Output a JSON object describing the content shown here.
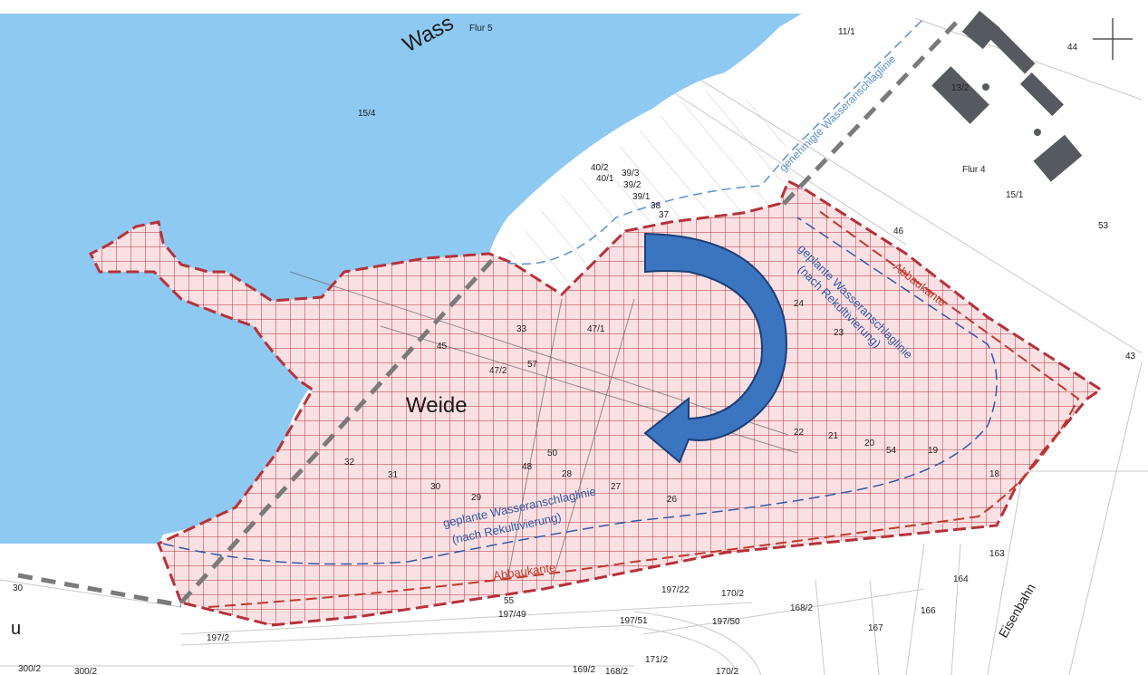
{
  "map": {
    "water_label": "Wass",
    "weide_label": "Weide",
    "abbaukante_label_bottom": "Abbaukante",
    "abbaukante_label_right": "Abbaukante",
    "wasseranschlag_genehmigt": "genehmigte Wasseranschlaglinie",
    "wasseranschlag_bottom_l1": "geplante Wasseranschlaglinie",
    "wasseranschlag_bottom_l2": "(nach Rekultivierung)",
    "wasseranschlag_right_l1": "geplante Wasseranschlaglinie",
    "wasseranschlag_right_l2": "(nach Rekultivierung)",
    "eisenbahn_label": "Eisenbahn",
    "corner_letter": "u",
    "flur_labels": [
      "Flur 5",
      "Flur 4"
    ],
    "parcels": [
      "11/1",
      "44",
      "13/2",
      "15/4",
      "15/1",
      "40/2",
      "40/1",
      "39/3",
      "39/2",
      "39/1",
      "38",
      "37",
      "46",
      "53",
      "24",
      "23",
      "33",
      "47/1",
      "45",
      "47/2",
      "57",
      "22",
      "21",
      "20",
      "54",
      "19",
      "43",
      "18",
      "32",
      "31",
      "30",
      "29",
      "50",
      "48",
      "28",
      "27",
      "26",
      "163",
      "164",
      "166",
      "168/2",
      "170/2",
      "197/22",
      "55",
      "197/49",
      "197/51",
      "197/50",
      "167",
      "197/2",
      "300/2",
      "300/2",
      "30",
      "171/2",
      "169/2",
      "168/2",
      "170/2"
    ]
  },
  "colors": {
    "water": "#8ec9f2",
    "hatch_bg": "#f9e0e3",
    "hatch_line": "#b5323a",
    "abbaukante": "#c0392b",
    "wasserlinie": "#2e5aa8",
    "arrow": "#3b74bf",
    "building": "#555a60"
  }
}
